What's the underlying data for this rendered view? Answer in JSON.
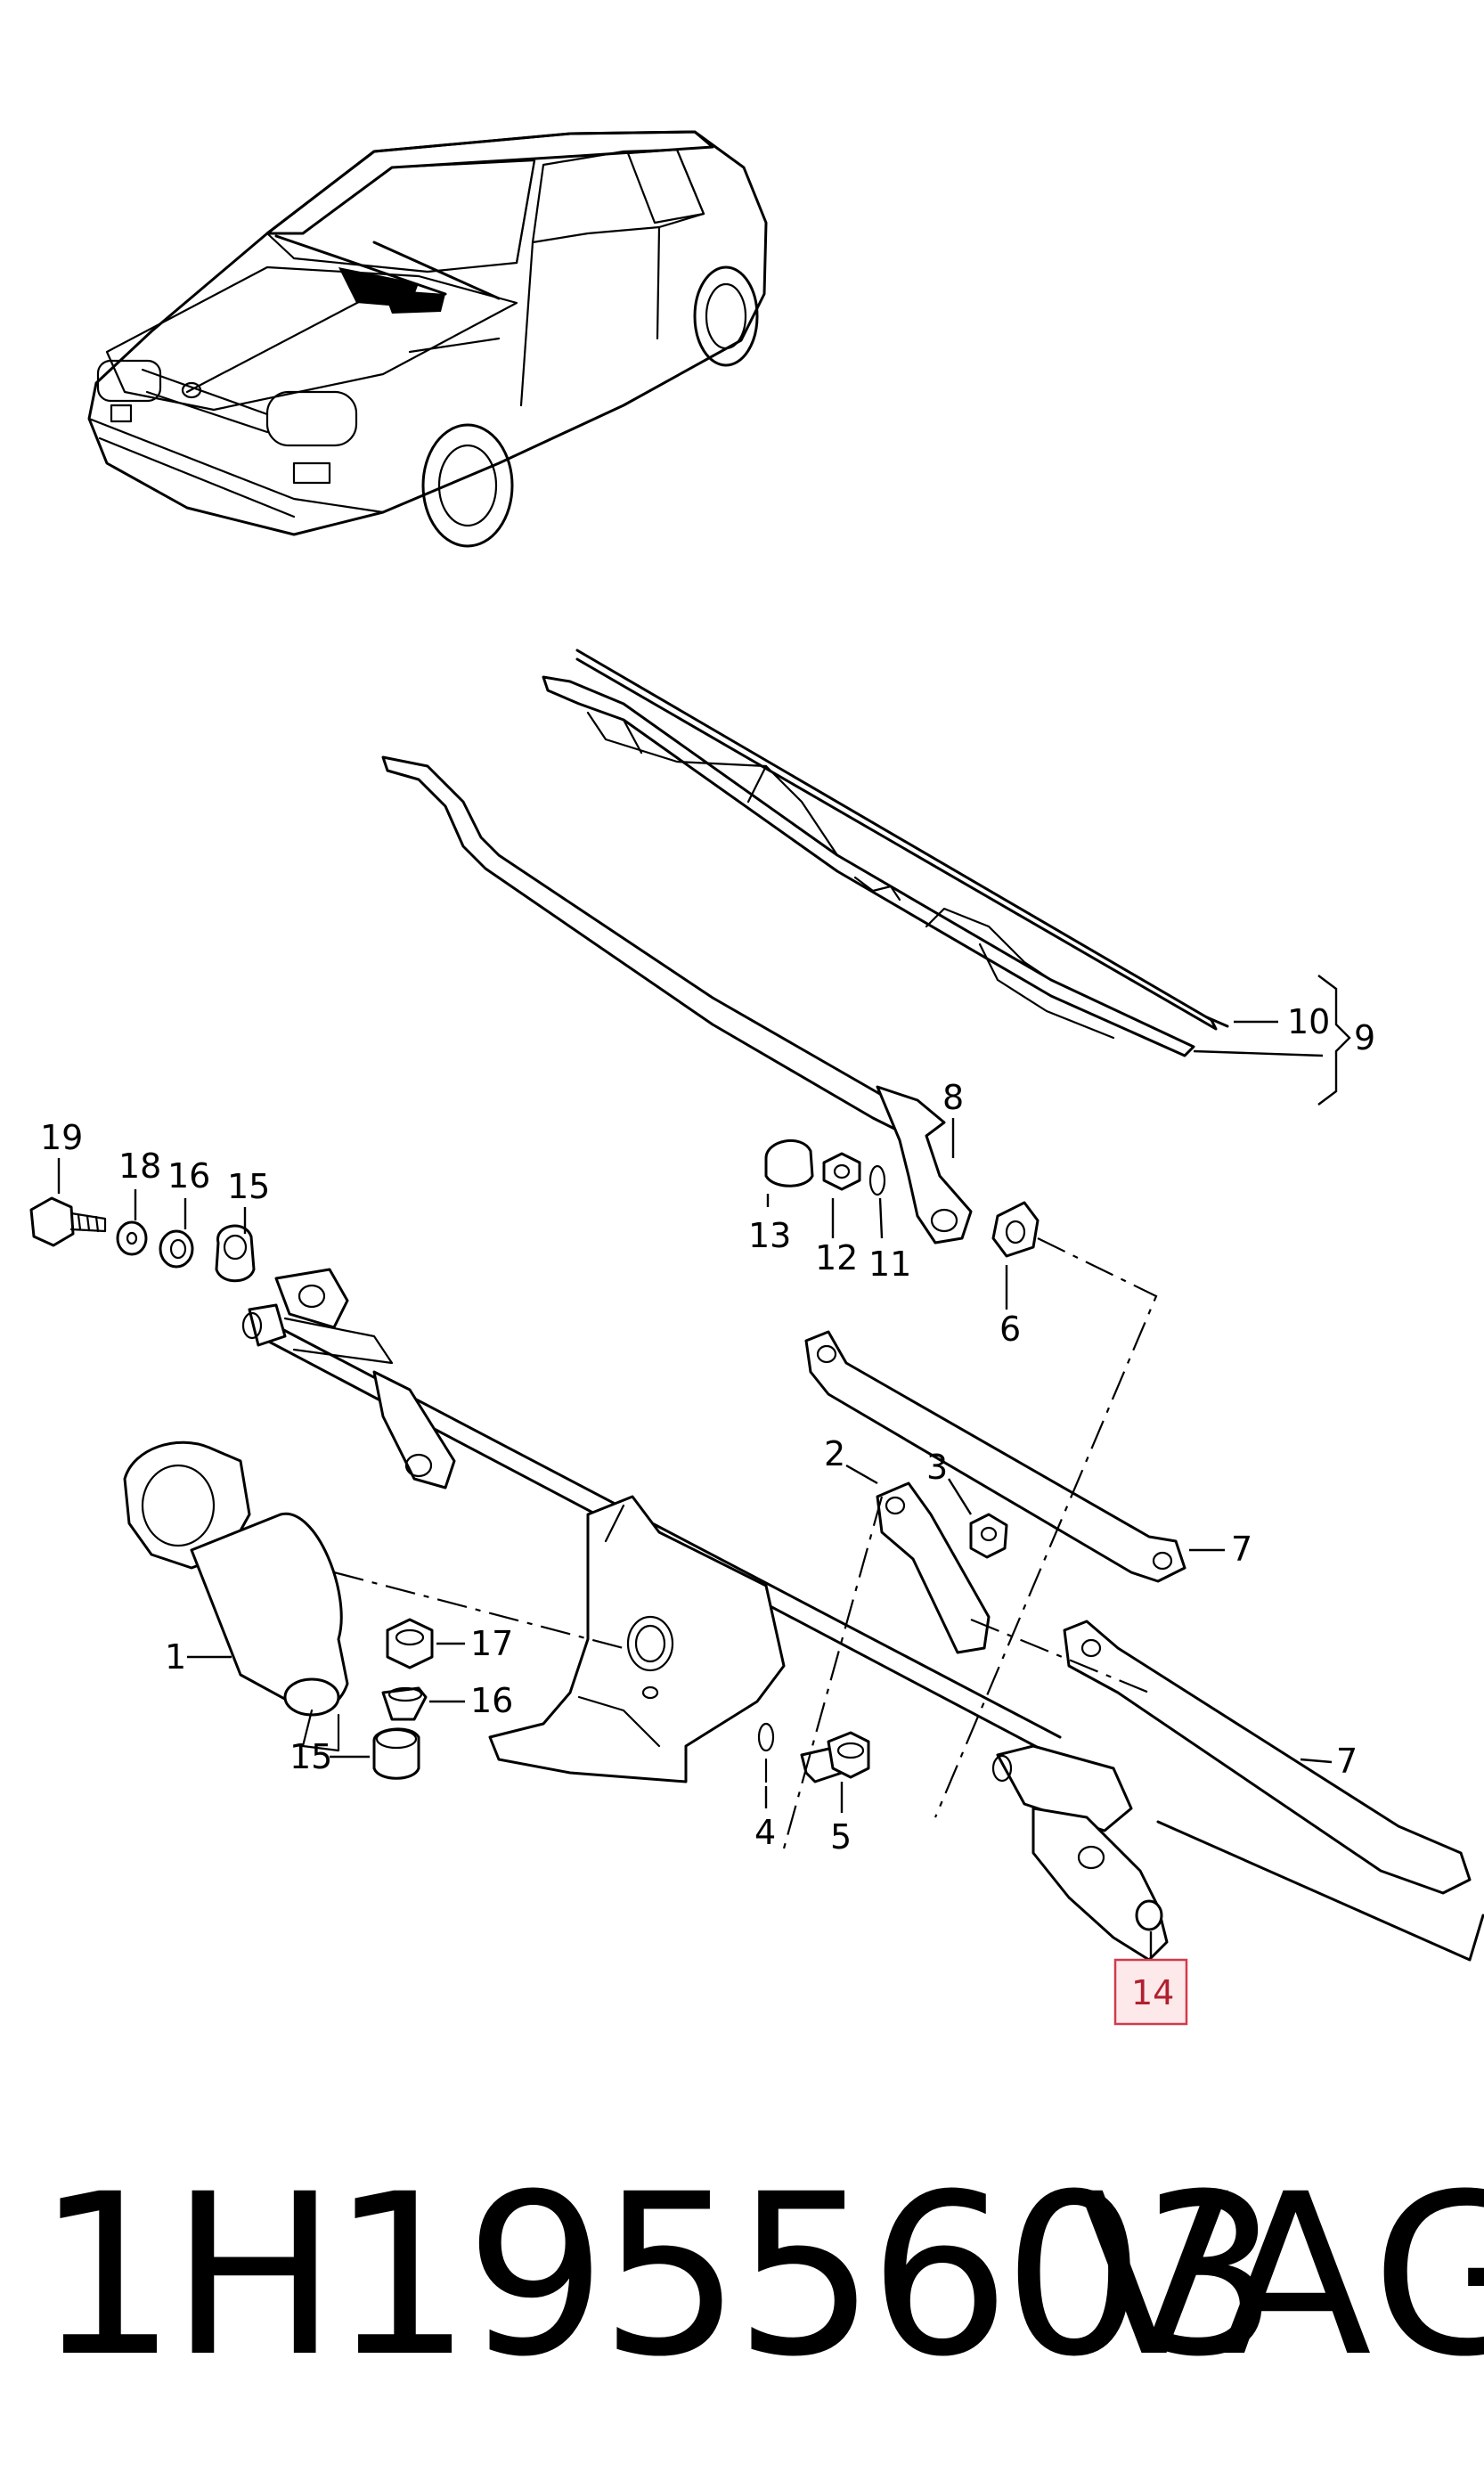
{
  "diagram": {
    "callouts": [
      {
        "id": "c1",
        "text": "1"
      },
      {
        "id": "c2",
        "text": "2"
      },
      {
        "id": "c3",
        "text": "3"
      },
      {
        "id": "c4",
        "text": "4"
      },
      {
        "id": "c5",
        "text": "5"
      },
      {
        "id": "c6",
        "text": "6"
      },
      {
        "id": "c7a",
        "text": "7"
      },
      {
        "id": "c7b",
        "text": "7"
      },
      {
        "id": "c8",
        "text": "8"
      },
      {
        "id": "c9",
        "text": "9"
      },
      {
        "id": "c10",
        "text": "10"
      },
      {
        "id": "c11",
        "text": "11"
      },
      {
        "id": "c12",
        "text": "12"
      },
      {
        "id": "c13",
        "text": "13"
      },
      {
        "id": "c14",
        "text": "14"
      },
      {
        "id": "c15a",
        "text": "15"
      },
      {
        "id": "c15b",
        "text": "15"
      },
      {
        "id": "c16a",
        "text": "16"
      },
      {
        "id": "c16b",
        "text": "16"
      },
      {
        "id": "c17",
        "text": "17"
      },
      {
        "id": "c18",
        "text": "18"
      },
      {
        "id": "c19",
        "text": "19"
      }
    ],
    "highlighted_callout": "14",
    "colors": {
      "line": "#000000",
      "background": "#ffffff",
      "highlight_border": "#d23a4a",
      "highlight_fill": "#fde8ea",
      "highlight_text": "#b0202e"
    }
  },
  "footer": {
    "part_number": "1H1955603",
    "brand": "VAG"
  }
}
